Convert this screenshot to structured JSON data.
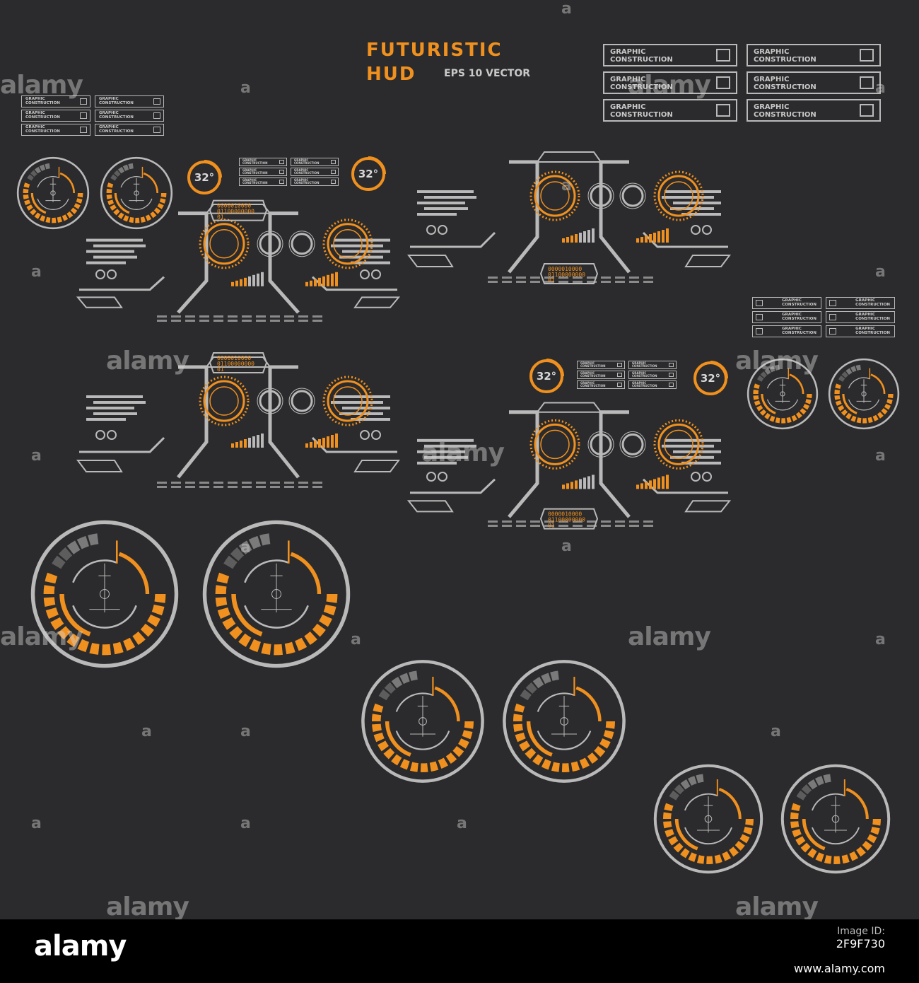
{
  "header": {
    "title_line1": "FUTURISTIC",
    "title_line2": "HUD",
    "subtitle": "EPS 10 VECTOR"
  },
  "label_text_line1": "GRAPHIC",
  "label_text_line2": "CONSTRUCTION",
  "label_text": "GRAPHIC CONSTRUCTION",
  "temperature_readout": "32°",
  "binary_readout": {
    "line1": "0000010000",
    "line2": "01100000000",
    "line3": "01"
  },
  "watermark": {
    "brand": "alamy",
    "short": "a"
  },
  "footer": {
    "logo": "alamy",
    "image_id_label": "Image ID:",
    "image_id": "2F9F730",
    "url": "www.alamy.com"
  },
  "colors": {
    "background": "#2b2b2d",
    "accent": "#f0901e",
    "line": "#b9b9b9"
  },
  "gauge_segment_fraction": 0.75
}
